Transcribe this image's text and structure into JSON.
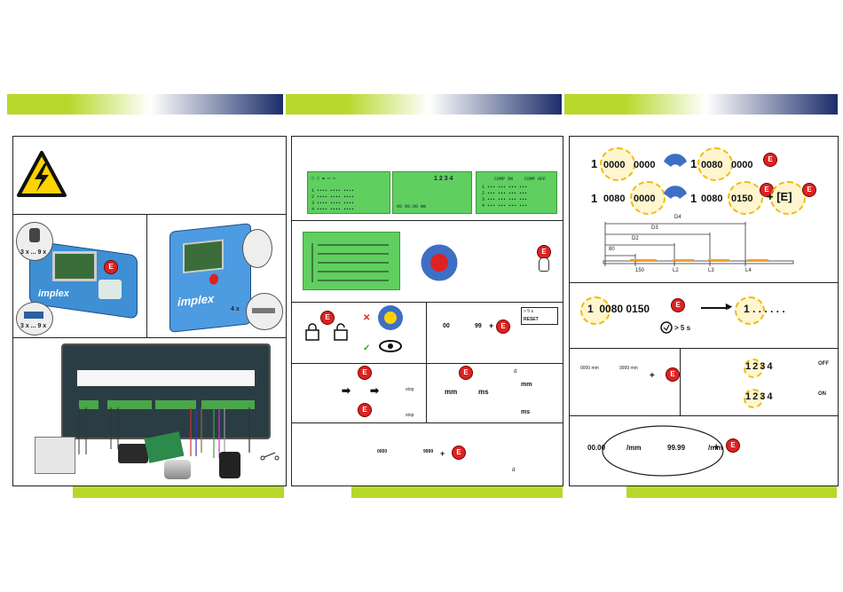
{
  "colors": {
    "band_green": "#b7d82a",
    "band_navy": "#1b2d6a",
    "lcd_green": "#5fcf5f",
    "button_red": "#d22222",
    "burst_yellow": "#f2b90f"
  },
  "panel1": {
    "brand_small": "implex",
    "brand_large": "implex",
    "screw_label_1": "3 x ... 9 x",
    "screw_label_2": "3 x ... 9 x",
    "mount_label": "4 x",
    "lcd_key": "E"
  },
  "panel2": {
    "lcd1_header": [
      "1",
      "2",
      "3",
      "4"
    ],
    "lcd2_digits": "1 2 3 4",
    "lcd2_value": "00 00.00 mm",
    "lcd3_headers": [
      "COMP ON",
      "COMP OFF"
    ],
    "lcd3_rows": [
      "1",
      "2",
      "3",
      "4"
    ],
    "count_low": "00",
    "count_high": "99",
    "reset_label": "RESET",
    "reset_time": "> 5 s",
    "stop_label": "stop",
    "unit_mm": "mm",
    "unit_ms": "ms",
    "d_label": "d",
    "range_low": "0000",
    "range_high": "9999",
    "E": "E"
  },
  "panel3": {
    "row1_left_index": "1",
    "row1_left_a": "0000",
    "row1_left_b": "0000",
    "row1_right_index": "1",
    "row1_right_a": "0080",
    "row1_right_b": "0000",
    "row2_left_index": "1",
    "row2_left_a": "0080",
    "row2_left_b": "0000",
    "row2_right_index": "1",
    "row2_right_a": "0080",
    "row2_right_b": "0150",
    "enter_label": "+ [E]",
    "dim_labels": [
      "D4",
      "D3",
      "D2",
      "80"
    ],
    "segment_labels": [
      "150",
      "L2",
      "L3",
      "L4"
    ],
    "reset_left": "1  0080 0150",
    "reset_right": "1 . . . . . .",
    "reset_time": "> 5 s",
    "range_low": "0000 mm",
    "range_high": "9999 mm",
    "digits": [
      "1",
      "2",
      "3",
      "4"
    ],
    "off_label": "OFF",
    "on_label": "ON",
    "pulse_low": "00.00",
    "pulse_high": "99.99",
    "pulse_unit": "/mm",
    "plus": "+",
    "E": "E"
  }
}
